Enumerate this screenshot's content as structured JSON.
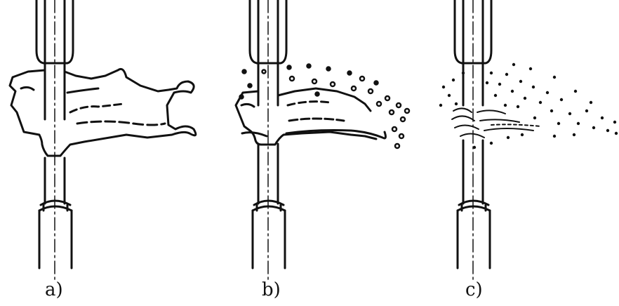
{
  "panels": [
    {
      "label": "a)"
    },
    {
      "label": "b)"
    },
    {
      "label": "c)"
    }
  ],
  "colors": {
    "ink": "#111111",
    "background": "#ffffff"
  }
}
